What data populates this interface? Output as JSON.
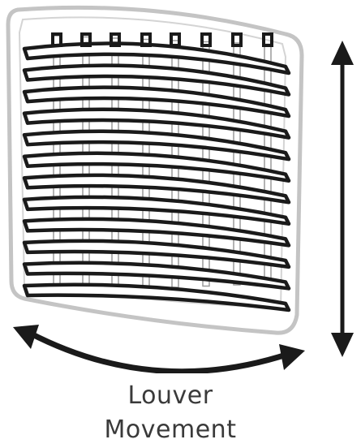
{
  "caption": {
    "line1": "Louver",
    "line2": "Movement"
  },
  "diagram": {
    "louver_count": 12,
    "colors": {
      "frame": "#bdbdbd",
      "louver": "#1a1a1a",
      "arrow": "#1a1a1a",
      "caption": "#3a3a3a"
    },
    "movements": [
      "vertical",
      "horizontal"
    ]
  }
}
